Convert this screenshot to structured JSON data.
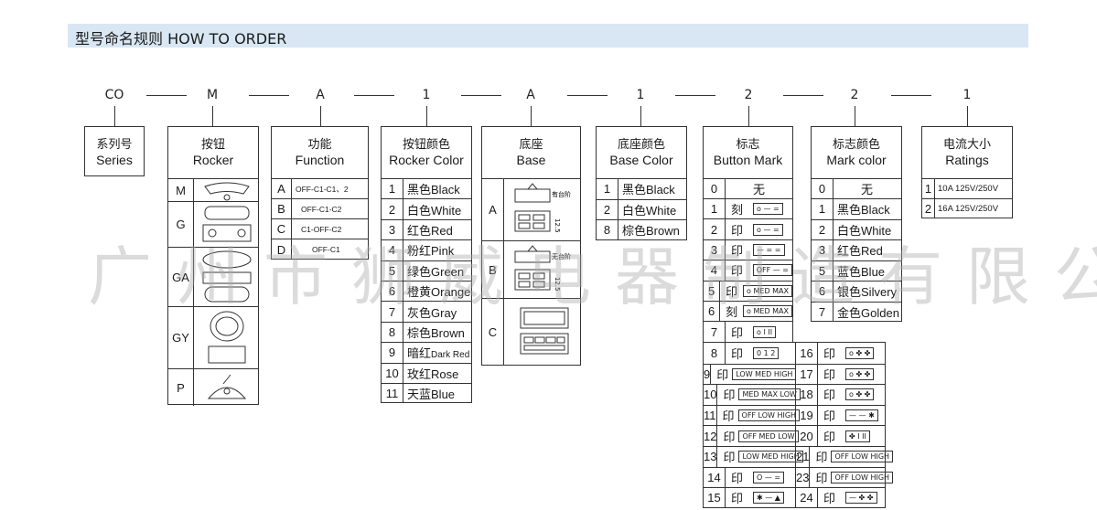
{
  "header": {
    "title": "型号命名规则 HOW TO ORDER"
  },
  "code": [
    "CO",
    "M",
    "A",
    "1",
    "A",
    "1",
    "2",
    "2",
    "1"
  ],
  "series": {
    "cn": "系列号",
    "en": "Series"
  },
  "rocker": {
    "cn": "按钮",
    "en": "Rocker",
    "items": [
      {
        "key": "M",
        "icon": "rocker-m-shape-icon"
      },
      {
        "key": "G",
        "icon": "rocker-g-shape-icon"
      },
      {
        "key": "GA",
        "icon": "rocker-ga-shape-icon"
      },
      {
        "key": "GY",
        "icon": "rocker-gy-shape-icon"
      },
      {
        "key": "P",
        "icon": "rocker-p-shape-icon"
      }
    ]
  },
  "function": {
    "cn": "功能",
    "en": "Function",
    "items": [
      {
        "key": "A",
        "text": "OFF-C1-C1、2"
      },
      {
        "key": "B",
        "text": "OFF-C1-C2"
      },
      {
        "key": "C",
        "text": "C1-OFF-C2"
      },
      {
        "key": "D",
        "text": "OFF-C1"
      }
    ]
  },
  "rocker_color": {
    "cn": "按钮颜色",
    "en": "Rocker Color",
    "items": [
      {
        "key": "1",
        "cn": "黑色",
        "en": "Black"
      },
      {
        "key": "2",
        "cn": "白色",
        "en": "White"
      },
      {
        "key": "3",
        "cn": "红色",
        "en": "Red"
      },
      {
        "key": "4",
        "cn": "粉红",
        "en": "Pink"
      },
      {
        "key": "5",
        "cn": "绿色",
        "en": "Green"
      },
      {
        "key": "6",
        "cn": "橙黄",
        "en": "Orange"
      },
      {
        "key": "7",
        "cn": "灰色",
        "en": "Gray"
      },
      {
        "key": "8",
        "cn": "棕色",
        "en": "Brown"
      },
      {
        "key": "9",
        "cn": "暗红",
        "en": "Dark Red"
      },
      {
        "key": "10",
        "cn": "玫红",
        "en": "Rose"
      },
      {
        "key": "11",
        "cn": "天蓝",
        "en": "Blue"
      }
    ]
  },
  "base": {
    "cn": "底座",
    "en": "Base",
    "items": [
      {
        "key": "A",
        "label": "有台阶",
        "dim": "12.5"
      },
      {
        "key": "B",
        "label": "无台阶",
        "dim": "12.5"
      },
      {
        "key": "C"
      }
    ]
  },
  "base_color": {
    "cn": "底座颜色",
    "en": "Base Color",
    "items": [
      {
        "key": "1",
        "cn": "黑色",
        "en": "Black"
      },
      {
        "key": "2",
        "cn": "白色",
        "en": "White"
      },
      {
        "key": "8",
        "cn": "棕色",
        "en": "Brown"
      }
    ]
  },
  "button_mark": {
    "cn": "标志",
    "en": "Button Mark",
    "row0": {
      "key": "0",
      "text": "无"
    },
    "items": [
      {
        "key": "1",
        "p": "刻",
        "sym": "o — ="
      },
      {
        "key": "2",
        "p": "印",
        "sym": "o — ="
      },
      {
        "key": "3",
        "p": "印",
        "sym": "— = ="
      },
      {
        "key": "4",
        "p": "印",
        "sym": "OFF — ="
      },
      {
        "key": "5",
        "p": "印",
        "sym": "o MED MAX"
      },
      {
        "key": "6",
        "p": "刻",
        "sym": "o MED MAX"
      },
      {
        "key": "7",
        "p": "印",
        "sym": "o I II"
      }
    ],
    "extra_left": [
      {
        "key": "8",
        "p": "印",
        "sym": "0 1 2"
      },
      {
        "key": "9",
        "p": "印",
        "sym": "LOW MED HIGH"
      },
      {
        "key": "10",
        "p": "印",
        "sym": "MED MAX LOW"
      },
      {
        "key": "11",
        "p": "印",
        "sym": "OFF LOW HIGH"
      },
      {
        "key": "12",
        "p": "印",
        "sym": "OFF MED LOW"
      },
      {
        "key": "13",
        "p": "印",
        "sym": "LOW MED HIGH"
      },
      {
        "key": "14",
        "p": "印",
        "sym": "O — ="
      },
      {
        "key": "15",
        "p": "印",
        "sym": "✱ — ▲"
      }
    ],
    "extra_right": [
      {
        "key": "16",
        "p": "印",
        "sym": "o ✤ ✤"
      },
      {
        "key": "17",
        "p": "印",
        "sym": "o ✤ ✤"
      },
      {
        "key": "18",
        "p": "印",
        "sym": "o ✤ ✤"
      },
      {
        "key": "19",
        "p": "印",
        "sym": "— — ✱"
      },
      {
        "key": "20",
        "p": "印",
        "sym": "✤ I II"
      },
      {
        "key": "21",
        "p": "印",
        "sym": "OFF LOW HIGH"
      },
      {
        "key": "23",
        "p": "印",
        "sym": "OFF LOW HIGH"
      },
      {
        "key": "24",
        "p": "印",
        "sym": "— ✤ ✤"
      }
    ]
  },
  "mark_color": {
    "cn": "标志颜色",
    "en": "Mark color",
    "row0": {
      "key": "0",
      "text": "无"
    },
    "items": [
      {
        "key": "1",
        "cn": "黑色",
        "en": "Black"
      },
      {
        "key": "2",
        "cn": "白色",
        "en": "White"
      },
      {
        "key": "3",
        "cn": "红色",
        "en": "Red"
      },
      {
        "key": "5",
        "cn": "蓝色",
        "en": "Blue"
      },
      {
        "key": "6",
        "cn": "银色",
        "en": "Silvery"
      },
      {
        "key": "7",
        "cn": "金色",
        "en": "Golden"
      }
    ]
  },
  "ratings": {
    "cn": "电流大小",
    "en": "Ratings",
    "items": [
      {
        "key": "1",
        "text": "10A 125V/250V"
      },
      {
        "key": "2",
        "text": "16A 125V/250V"
      }
    ]
  },
  "watermark": "广州市狮威电器制造有限公司"
}
